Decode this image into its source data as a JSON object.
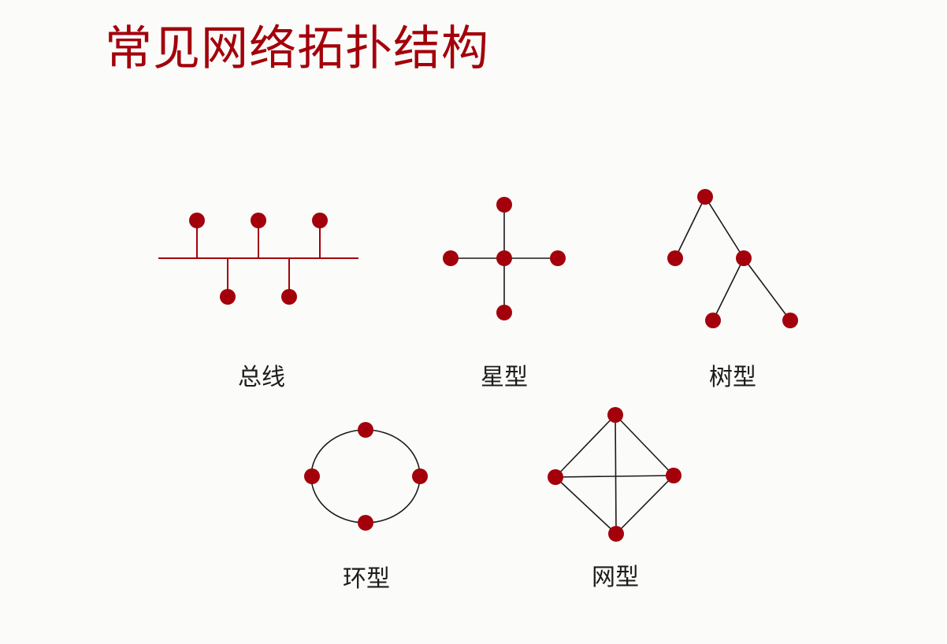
{
  "title": "常见网络拓扑结构",
  "colors": {
    "accent": "#a3000b",
    "line": "#1a1a1a",
    "text": "#1c1c1c",
    "background": "#fbfcf9"
  },
  "topologies": {
    "bus": {
      "label": "总线"
    },
    "star": {
      "label": "星型"
    },
    "tree": {
      "label": "树型"
    },
    "ring": {
      "label": "环型"
    },
    "mesh": {
      "label": "网型"
    }
  }
}
